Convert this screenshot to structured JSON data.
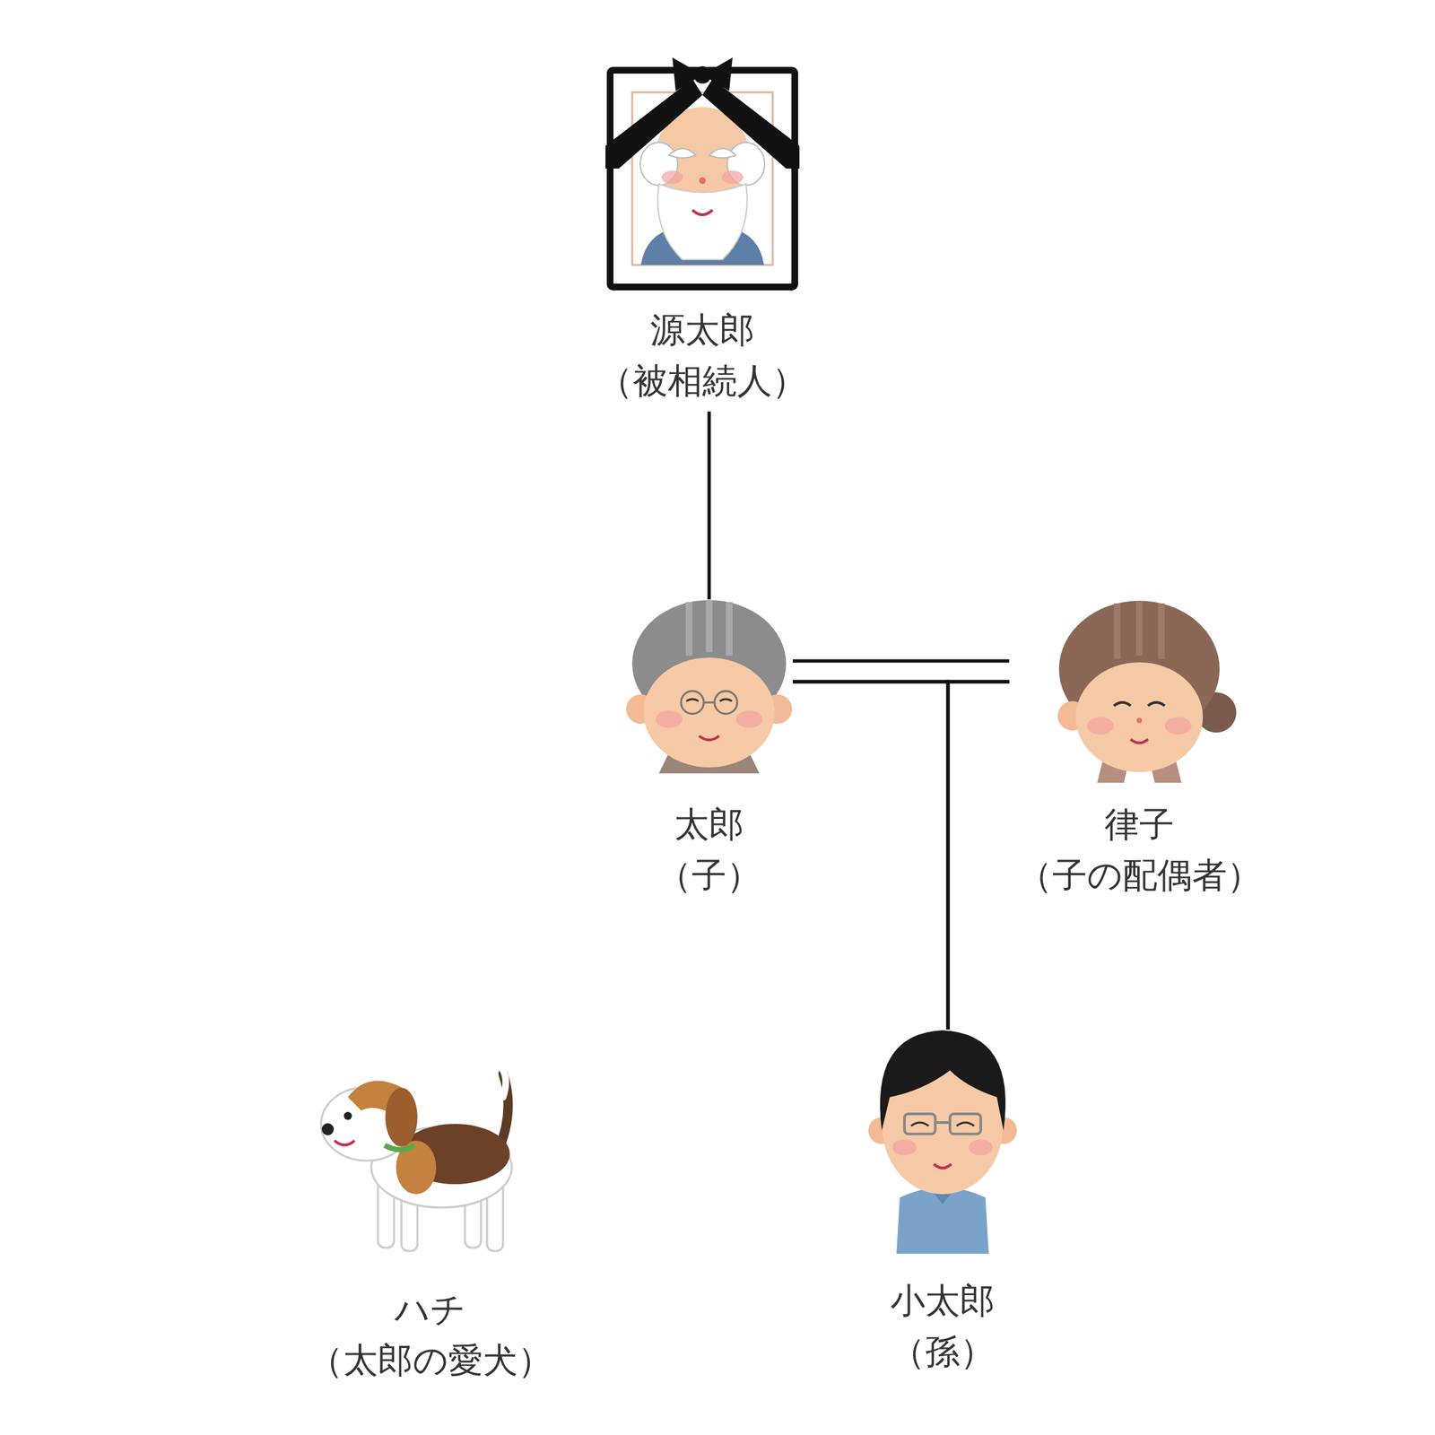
{
  "diagram": {
    "nodes": [
      {
        "text": [
          "源太郎",
          "（被相続人）"
        ]
      },
      {
        "text": [
          "太郎",
          "（子）"
        ]
      },
      {
        "text": [
          "律子",
          "（子の配偶者）"
        ]
      },
      {
        "text": [
          "ハチ",
          "（太郎の愛犬）"
        ]
      },
      {
        "text": [
          "小太郎",
          "（孫）"
        ]
      }
    ],
    "edges": [
      {
        "from": 0,
        "to": 1,
        "arrow": "none"
      },
      {
        "from": 1,
        "to": 2,
        "arrow": "none"
      },
      {
        "from": 1,
        "to": 4,
        "arrow": "none"
      },
      {
        "from": 2,
        "to": 4,
        "arrow": "none"
      }
    ]
  }
}
